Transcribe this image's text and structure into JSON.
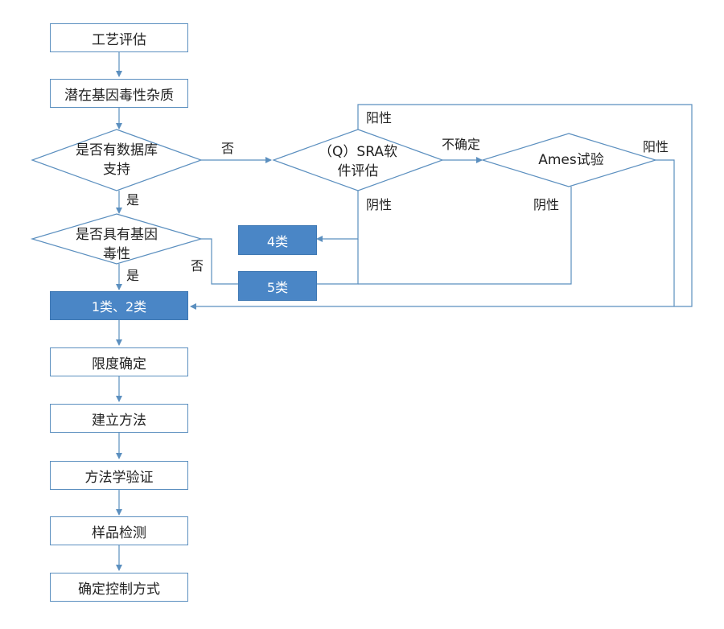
{
  "steps": {
    "process_eval": "工艺评估",
    "potential_impurity": "潜在基因毒性杂质",
    "class_1_2": "1类、2类",
    "limit_determination": "限度确定",
    "establish_method": "建立方法",
    "method_validation": "方法学验证",
    "sample_testing": "样品检测",
    "control_strategy": "确定控制方式",
    "class_4": "4类",
    "class_5": "5类"
  },
  "decisions": {
    "database_support": {
      "line1": "是否有数据库",
      "line2": "支持"
    },
    "genotoxic_alert": {
      "line1": "是否具有基因",
      "line2": "毒性"
    },
    "qsar": {
      "line1": "（Q）SRA软",
      "line2": "件评估"
    },
    "ames": {
      "line1": "Ames试验"
    }
  },
  "edge_labels": {
    "db_no": "否",
    "db_yes": "是",
    "alert_yes": "是",
    "alert_no": "否",
    "qsar_positive": "阳性",
    "qsar_uncertain": "不确定",
    "qsar_negative": "阴性",
    "ames_positive": "阳性",
    "ames_negative": "阴性"
  },
  "colors": {
    "line": "#5b8fbf",
    "fill": "#4a86c6"
  }
}
